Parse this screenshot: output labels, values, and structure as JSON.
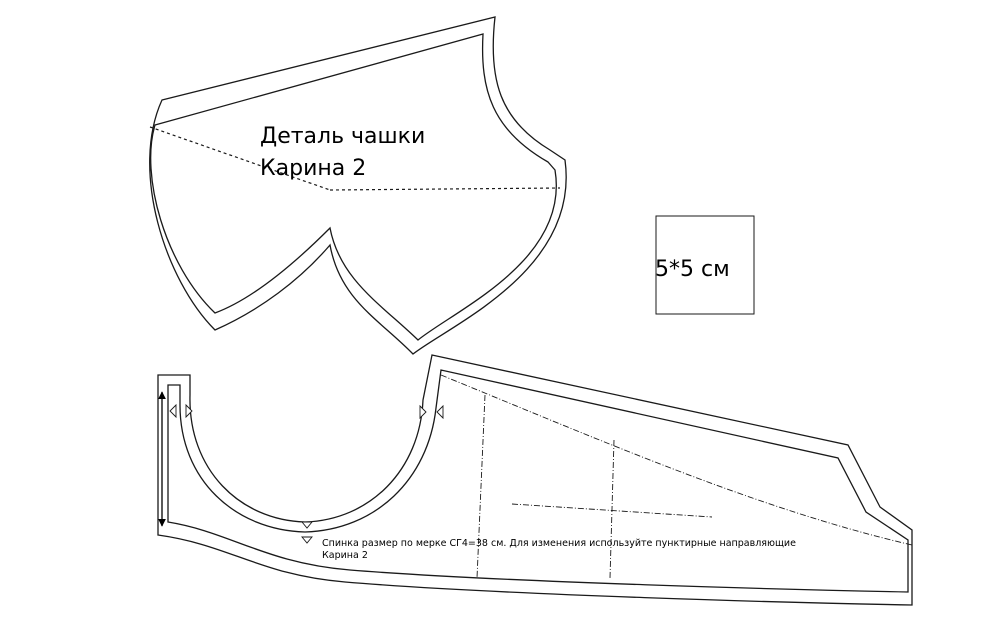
{
  "cup_piece": {
    "title_line1": "Деталь чашки",
    "title_line2": "Карина 2"
  },
  "scale_square": {
    "label": "5*5 см"
  },
  "back_piece": {
    "note_line1": "Спинка размер по мерке СГ4=38 см. Для изменения используйте пунктирные направляющие",
    "note_line2": "Карина 2"
  },
  "colors": {
    "line": "#1a1a1a",
    "background": "#ffffff"
  }
}
